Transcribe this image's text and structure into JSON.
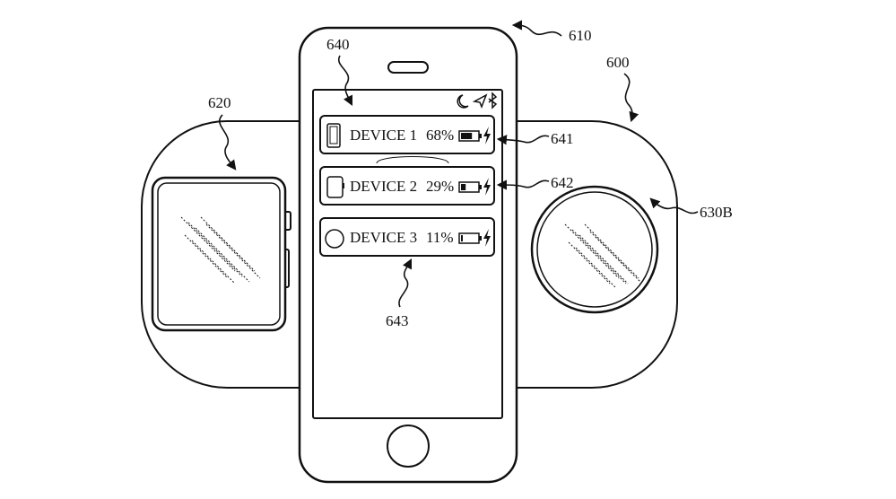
{
  "labels": {
    "charging_pad": "600",
    "phone": "610",
    "watch": "620",
    "earbuds_case": "630B",
    "phone_screen": "640",
    "card_1": "641",
    "card_2": "642",
    "card_3": "643"
  },
  "devices": [
    {
      "name": "DEVICE 1",
      "battery": "68%",
      "battery_level": 0.68,
      "icon": "phone-icon",
      "charging": true
    },
    {
      "name": "DEVICE 2",
      "battery": "29%",
      "battery_level": 0.29,
      "icon": "watch-icon",
      "charging": true
    },
    {
      "name": "DEVICE 3",
      "battery": "11%",
      "battery_level": 0.11,
      "icon": "circle-case-icon",
      "charging": true
    }
  ],
  "status_bar_icons": [
    "moon-icon",
    "location-arrow-icon",
    "bluetooth-icon"
  ],
  "colors": {
    "line": "#111111",
    "background": "#ffffff"
  }
}
